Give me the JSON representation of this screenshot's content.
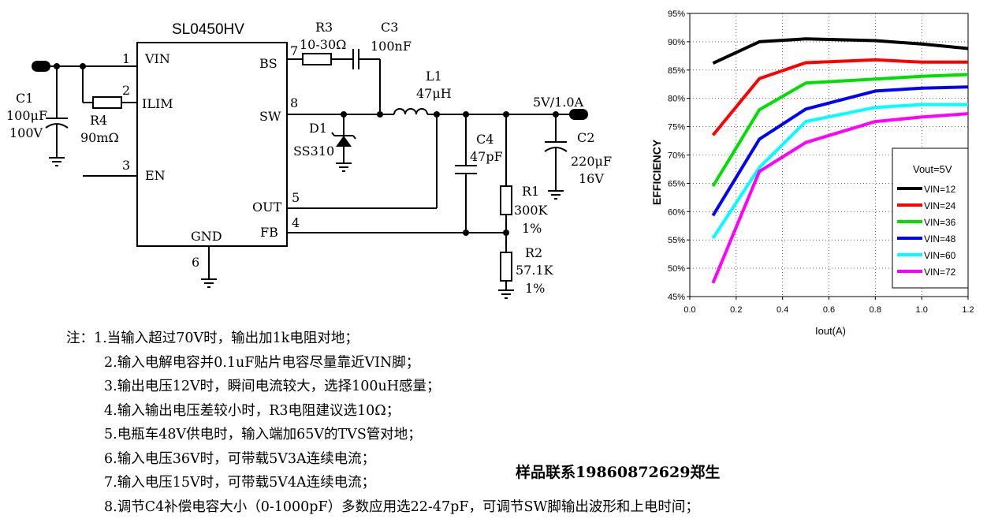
{
  "schematic": {
    "ic_name": "SL0450HV",
    "pins_left": [
      {
        "num": "1",
        "name": "VIN"
      },
      {
        "num": "2",
        "name": "ILIM"
      },
      {
        "num": "3",
        "name": "EN"
      }
    ],
    "pins_right": [
      {
        "num": "7",
        "name": "BS"
      },
      {
        "num": "8",
        "name": "SW"
      },
      {
        "num": "5",
        "name": "OUT"
      },
      {
        "num": "4",
        "name": "FB"
      }
    ],
    "pin_bottom": {
      "num": "6",
      "name": "GND"
    },
    "components": {
      "C1": {
        "ref": "C1",
        "value": "100μF",
        "rating": "100V"
      },
      "R4": {
        "ref": "R4",
        "value": "90mΩ"
      },
      "R3": {
        "ref": "R3",
        "value": "10-30Ω"
      },
      "C3": {
        "ref": "C3",
        "value": "100nF"
      },
      "L1": {
        "ref": "L1",
        "value": "47μH"
      },
      "D1": {
        "ref": "D1",
        "value": "SS310"
      },
      "C4": {
        "ref": "C4",
        "value": "47pF"
      },
      "C2": {
        "ref": "C2",
        "value": "220μF",
        "rating": "16V"
      },
      "R1": {
        "ref": "R1",
        "value": "300K",
        "tol": "1%"
      },
      "R2": {
        "ref": "R2",
        "value": "57.1K",
        "tol": "1%"
      }
    },
    "output_label": "5V/1.0A"
  },
  "chart_data": {
    "type": "line",
    "title": "",
    "xlabel": "Iout(A)",
    "ylabel": "EFFICIENCY",
    "xlim": [
      0.0,
      1.2
    ],
    "ylim": [
      45,
      95
    ],
    "x_ticks": [
      "0.0",
      "0.2",
      "0.4",
      "0.6",
      "0.8",
      "1.0",
      "1.2"
    ],
    "y_ticks": [
      "45%",
      "50%",
      "55%",
      "60%",
      "65%",
      "70%",
      "75%",
      "80%",
      "85%",
      "90%",
      "95%"
    ],
    "grid": true,
    "legend_title": "Vout=5V",
    "legend_position": "bottom-right",
    "series": [
      {
        "name": "VIN=12",
        "color": "#000000",
        "x": [
          0.1,
          0.3,
          0.5,
          0.8,
          1.0,
          1.2
        ],
        "y": [
          86.2,
          90.0,
          90.5,
          90.2,
          89.6,
          88.8
        ]
      },
      {
        "name": "VIN=24",
        "color": "#ff0000",
        "x": [
          0.1,
          0.3,
          0.5,
          0.8,
          1.0,
          1.2
        ],
        "y": [
          73.5,
          83.5,
          86.3,
          86.8,
          86.4,
          86.4
        ]
      },
      {
        "name": "VIN=36",
        "color": "#00e000",
        "x": [
          0.1,
          0.3,
          0.5,
          0.8,
          1.0,
          1.2
        ],
        "y": [
          64.5,
          78.0,
          82.7,
          83.4,
          83.9,
          84.2
        ]
      },
      {
        "name": "VIN=48",
        "color": "#0000ff",
        "x": [
          0.1,
          0.3,
          0.5,
          0.8,
          1.0,
          1.2
        ],
        "y": [
          59.3,
          72.8,
          78.1,
          81.3,
          81.8,
          82.0
        ]
      },
      {
        "name": "VIN=60",
        "color": "#00ffff",
        "x": [
          0.1,
          0.3,
          0.5,
          0.8,
          1.0,
          1.2
        ],
        "y": [
          55.3,
          67.8,
          75.9,
          78.4,
          78.9,
          78.9
        ]
      },
      {
        "name": "VIN=72",
        "color": "#ff00ff",
        "x": [
          0.1,
          0.3,
          0.5,
          0.8,
          1.0,
          1.2
        ],
        "y": [
          47.4,
          67.1,
          72.2,
          75.9,
          76.7,
          77.3
        ]
      }
    ]
  },
  "notes": {
    "prefix": "注：",
    "items": [
      "1.当输入超过70V时，输出加1k电阻对地；",
      "2.输入电解电容并0.1uF贴片电容尽量靠近VIN脚；",
      "3.输出电压12V时，瞬间电流较大，选择100uH感量；",
      "4.输入输出电压差较小时，R3电阻建议选10Ω；",
      "5.电瓶车48V供电时，输入端加65V的TVS管对地；",
      "6.输入电压36V时，可带载5V3A连续电流；",
      "7.输入电压15V时，可带载5V4A连续电流；",
      "8.调节C4补偿电容大小（0-1000pF）多数应用选22-47pF，可调节SW脚输出波形和上电时间；"
    ]
  },
  "contact": "样品联系19860872629郑生"
}
